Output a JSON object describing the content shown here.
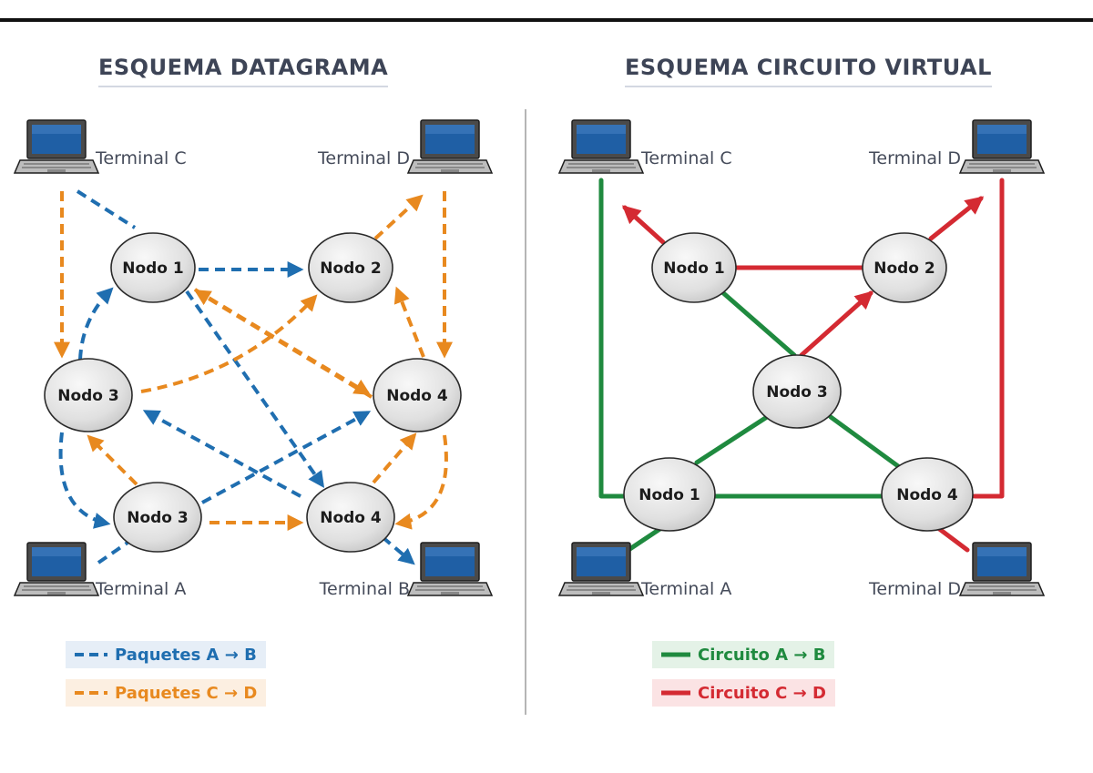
{
  "left": {
    "title": "ESQUEMA DATAGRAMA",
    "nodes": {
      "n1": "Nodo 1",
      "n2": "Nodo 2",
      "n3": "Nodo 3",
      "n4": "Nodo 4",
      "n3b": "Nodo 3",
      "n4b": "Nodo 4"
    },
    "terminals": {
      "c": "Terminal C",
      "d": "Terminal D",
      "a": "Terminal A",
      "b": "Terminal B"
    },
    "legend": [
      {
        "text": "Paquetes A → B",
        "color": "#1f6eb0",
        "bg": "#e6eef7"
      },
      {
        "text": "Paquetes C → D",
        "color": "#e8891f",
        "bg": "#fcefe1"
      }
    ]
  },
  "right": {
    "title": "ESQUEMA CIRCUITO VIRTUAL",
    "nodes": {
      "n1": "Nodo 1",
      "n2": "Nodo 2",
      "n3": "Nodo 3",
      "n1b": "Nodo 1",
      "n4": "Nodo 4"
    },
    "terminals": {
      "c": "Terminal C",
      "d": "Terminal D",
      "a": "Terminal A",
      "d2": "Terminal D"
    },
    "legend": [
      {
        "text": "Circuito A → B",
        "color": "#1f8a3f",
        "bg": "#e4f2e7"
      },
      {
        "text": "Circuito C → D",
        "color": "#d42a32",
        "bg": "#fbe3e4"
      }
    ]
  }
}
